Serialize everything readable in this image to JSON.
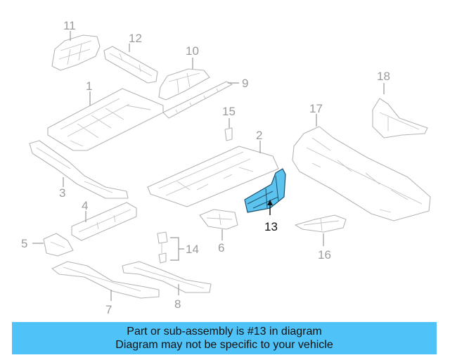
{
  "banner": {
    "line1": "Part or sub-assembly is #13 in diagram",
    "line2": "Diagram may not be specific to your vehicle",
    "color": "#4fc3f7"
  },
  "diagram": {
    "highlighted_callout": "13",
    "highlight_color": "#5cc2ee",
    "callouts": {
      "c1": "1",
      "c2": "2",
      "c3": "3",
      "c4": "4",
      "c5": "5",
      "c6": "6",
      "c7": "7",
      "c8": "8",
      "c9": "9",
      "c10": "10",
      "c11": "11",
      "c12": "12",
      "c13": "13",
      "c14": "14",
      "c15": "15",
      "c16": "16",
      "c17": "17",
      "c18": "18"
    }
  }
}
